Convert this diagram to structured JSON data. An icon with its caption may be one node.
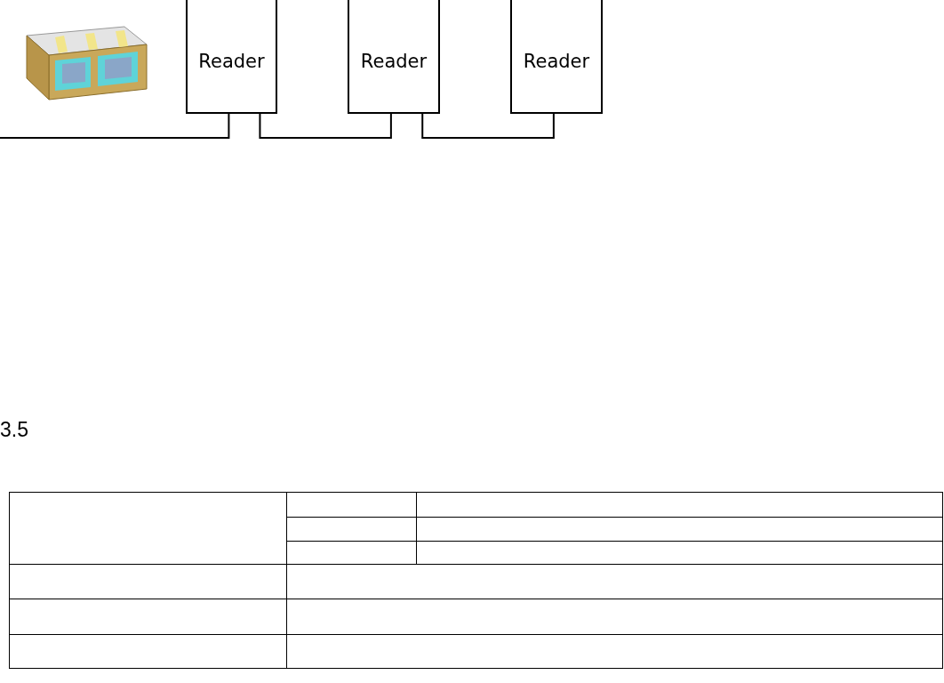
{
  "diagram": {
    "nodes": [
      {
        "text": [
          "Reader"
        ]
      },
      {
        "text": [
          "Reader"
        ]
      },
      {
        "text": [
          "Reader"
        ]
      }
    ],
    "edges": [
      {
        "from": null,
        "to": 0,
        "arrow": "none"
      },
      {
        "from": 0,
        "to": 1,
        "arrow": "none"
      },
      {
        "from": 1,
        "to": 2,
        "arrow": "none"
      }
    ],
    "labels": [
      "3.5"
    ]
  }
}
